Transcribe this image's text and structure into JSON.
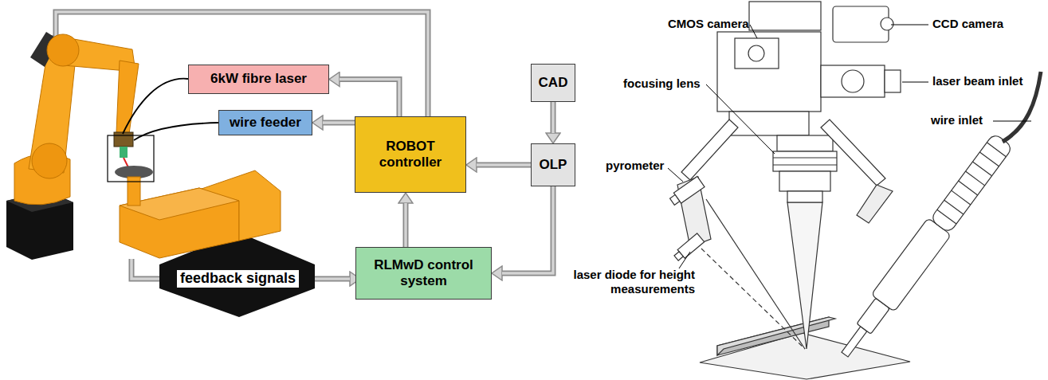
{
  "diagram": {
    "nodes": [
      {
        "text": [
          "6kW fibre laser"
        ]
      },
      {
        "text": [
          "wire feeder"
        ]
      },
      {
        "text": [
          "ROBOT controller"
        ]
      },
      {
        "text": [
          "CAD"
        ]
      },
      {
        "text": [
          "OLP"
        ]
      },
      {
        "text": [
          "RLMwD control system"
        ]
      }
    ],
    "edges": [
      {
        "from": 2,
        "to": 0,
        "arrow": "to"
      },
      {
        "from": 2,
        "to": 1,
        "arrow": "to"
      },
      {
        "from": 3,
        "to": 4,
        "arrow": "to"
      },
      {
        "from": 4,
        "to": 2,
        "arrow": "to"
      },
      {
        "from": 4,
        "to": 5,
        "arrow": "to"
      },
      {
        "from": 5,
        "to": 2,
        "arrow": "to"
      }
    ],
    "labels": [
      "feedback signals",
      "CMOS camera",
      "CCD camera",
      "laser beam inlet",
      "focusing lens",
      "wire inlet",
      "pyrometer",
      "laser diode for height measurements"
    ]
  }
}
